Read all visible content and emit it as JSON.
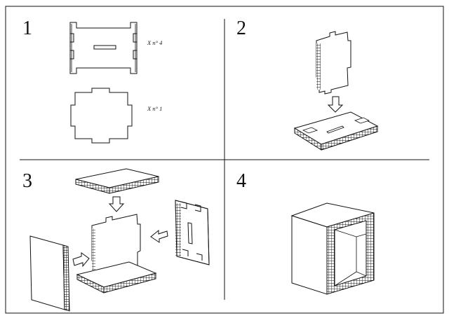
{
  "steps": [
    {
      "number": "1"
    },
    {
      "number": "2"
    },
    {
      "number": "3"
    },
    {
      "number": "4"
    }
  ],
  "parts": [
    {
      "quantity_label": "X  n° 4"
    },
    {
      "quantity_label": "X  n° 1"
    }
  ]
}
